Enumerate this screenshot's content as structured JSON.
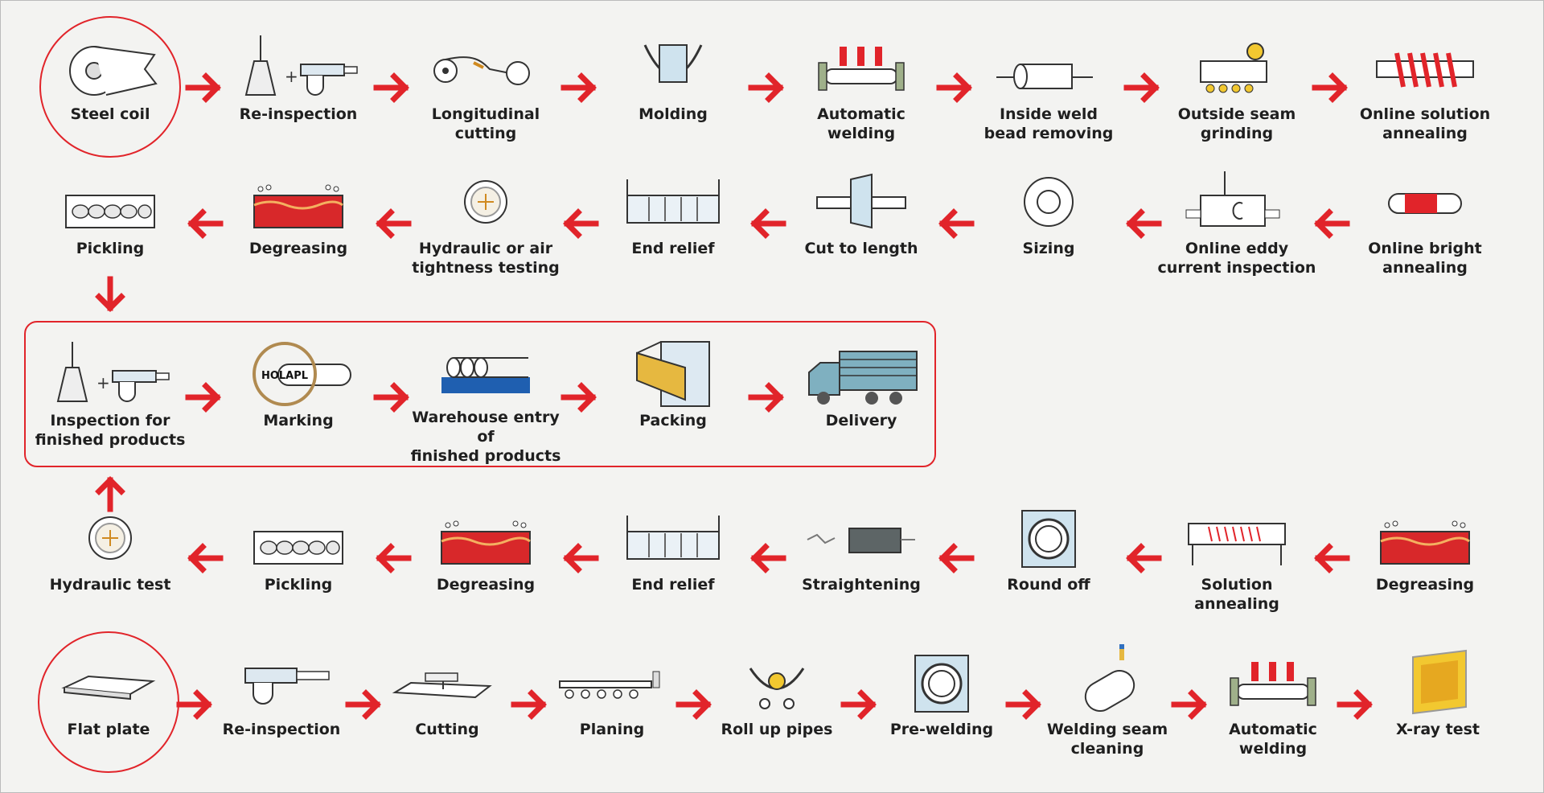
{
  "accent_color": "#e1242a",
  "rows": [
    [
      {
        "label": "Steel coil",
        "icon": "steel-coil-icon",
        "circled": true
      },
      {
        "label": "Re-inspection",
        "icon": "flask-caliper-icon"
      },
      {
        "label": "Longitudinal\ncutting",
        "icon": "slitting-icon"
      },
      {
        "label": "Molding",
        "icon": "molding-icon"
      },
      {
        "label": "Automatic\nwelding",
        "icon": "welding-torch-icon"
      },
      {
        "label": "Inside weld\nbead removing",
        "icon": "pipe-icon"
      },
      {
        "label": "Outside seam\ngrinding",
        "icon": "grinding-icon"
      },
      {
        "label": "Online solution\nannealing",
        "icon": "induction-coil-icon"
      }
    ],
    [
      {
        "label": "Pickling",
        "icon": "pickling-tank-icon"
      },
      {
        "label": "Degreasing",
        "icon": "degreasing-tank-icon"
      },
      {
        "label": "Hydraulic or air\ntightness testing",
        "icon": "pressure-gauge-icon"
      },
      {
        "label": "End relief",
        "icon": "end-relief-icon"
      },
      {
        "label": "Cut to length",
        "icon": "cut-disk-icon"
      },
      {
        "label": "Sizing",
        "icon": "sizing-ring-icon"
      },
      {
        "label": "Online eddy\ncurrent inspection",
        "icon": "eddy-current-icon"
      },
      {
        "label": "Online bright\nannealing",
        "icon": "bright-annealing-icon"
      }
    ],
    [
      {
        "label": "Inspection for\nfinished products",
        "icon": "flask-caliper-icon"
      },
      {
        "label": "Marking",
        "icon": "marking-icon",
        "brand": "HOLAPL"
      },
      {
        "label": "Warehouse entry of\nfinished products",
        "icon": "warehouse-pipes-icon"
      },
      {
        "label": "Packing",
        "icon": "packing-box-icon"
      },
      {
        "label": "Delivery",
        "icon": "truck-icon"
      }
    ],
    [
      {
        "label": "Hydraulic test",
        "icon": "pressure-gauge-icon"
      },
      {
        "label": "Pickling",
        "icon": "pickling-tank-icon"
      },
      {
        "label": "Degreasing",
        "icon": "degreasing-tank-icon"
      },
      {
        "label": "End relief",
        "icon": "end-relief-icon"
      },
      {
        "label": "Straightening",
        "icon": "straightening-icon"
      },
      {
        "label": "Round off",
        "icon": "round-off-icon"
      },
      {
        "label": "Solution annealing",
        "icon": "annealing-furnace-icon"
      },
      {
        "label": "Degreasing",
        "icon": "degreasing-tank-icon"
      }
    ],
    [
      {
        "label": "Flat plate",
        "icon": "flat-plate-icon",
        "circled": true
      },
      {
        "label": "Re-inspection",
        "icon": "caliper-icon"
      },
      {
        "label": "Cutting",
        "icon": "cutting-table-icon"
      },
      {
        "label": "Planing",
        "icon": "planing-icon"
      },
      {
        "label": "Roll up pipes",
        "icon": "roll-up-icon"
      },
      {
        "label": "Pre-welding",
        "icon": "round-off-icon"
      },
      {
        "label": "Welding seam\ncleaning",
        "icon": "seam-cleaning-icon"
      },
      {
        "label": "Automatic welding",
        "icon": "welding-torch-icon"
      },
      {
        "label": "X-ray test",
        "icon": "xray-icon"
      }
    ]
  ]
}
